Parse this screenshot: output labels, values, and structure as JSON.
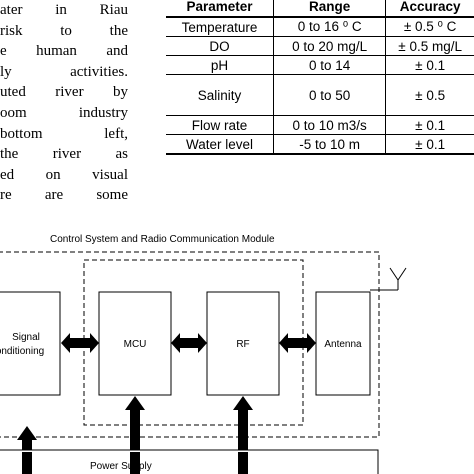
{
  "paragraph": {
    "lines": [
      "ater in Riau",
      "risk to the",
      "e human and",
      "ly activities.",
      "uted river by",
      "oom industry",
      "bottom left,",
      "the river as",
      "ed on visual",
      "re are some"
    ]
  },
  "table": {
    "headers": [
      "Parameter",
      "Range",
      "Accuracy"
    ],
    "rows": [
      {
        "parameter": "Temperature",
        "range": "0 to 16 ⁰ C",
        "accuracy": "± 0.5 ⁰ C"
      },
      {
        "parameter": "DO",
        "range": "0 to 20 mg/L",
        "accuracy": "± 0.5 mg/L"
      },
      {
        "parameter": "pH",
        "range": "0 to 14",
        "accuracy": "± 0.1"
      },
      {
        "parameter": "Salinity",
        "range": "0 to 50",
        "accuracy": "± 0.5"
      },
      {
        "parameter": "Flow rate",
        "range": "0 to 10 m3/s",
        "accuracy": "± 0.1"
      },
      {
        "parameter": "Water level",
        "range": "-5 to 10 m",
        "accuracy": "± 0.1"
      }
    ]
  },
  "diagram": {
    "module_title": "Control System and Radio Communication Module",
    "signal_conditioning_line1": "Signal",
    "signal_conditioning_line2": "onditioning",
    "mcu_label": "MCU",
    "rf_label": "RF",
    "antenna_label": "Antenna",
    "power_supply_label": "Power Supply"
  }
}
